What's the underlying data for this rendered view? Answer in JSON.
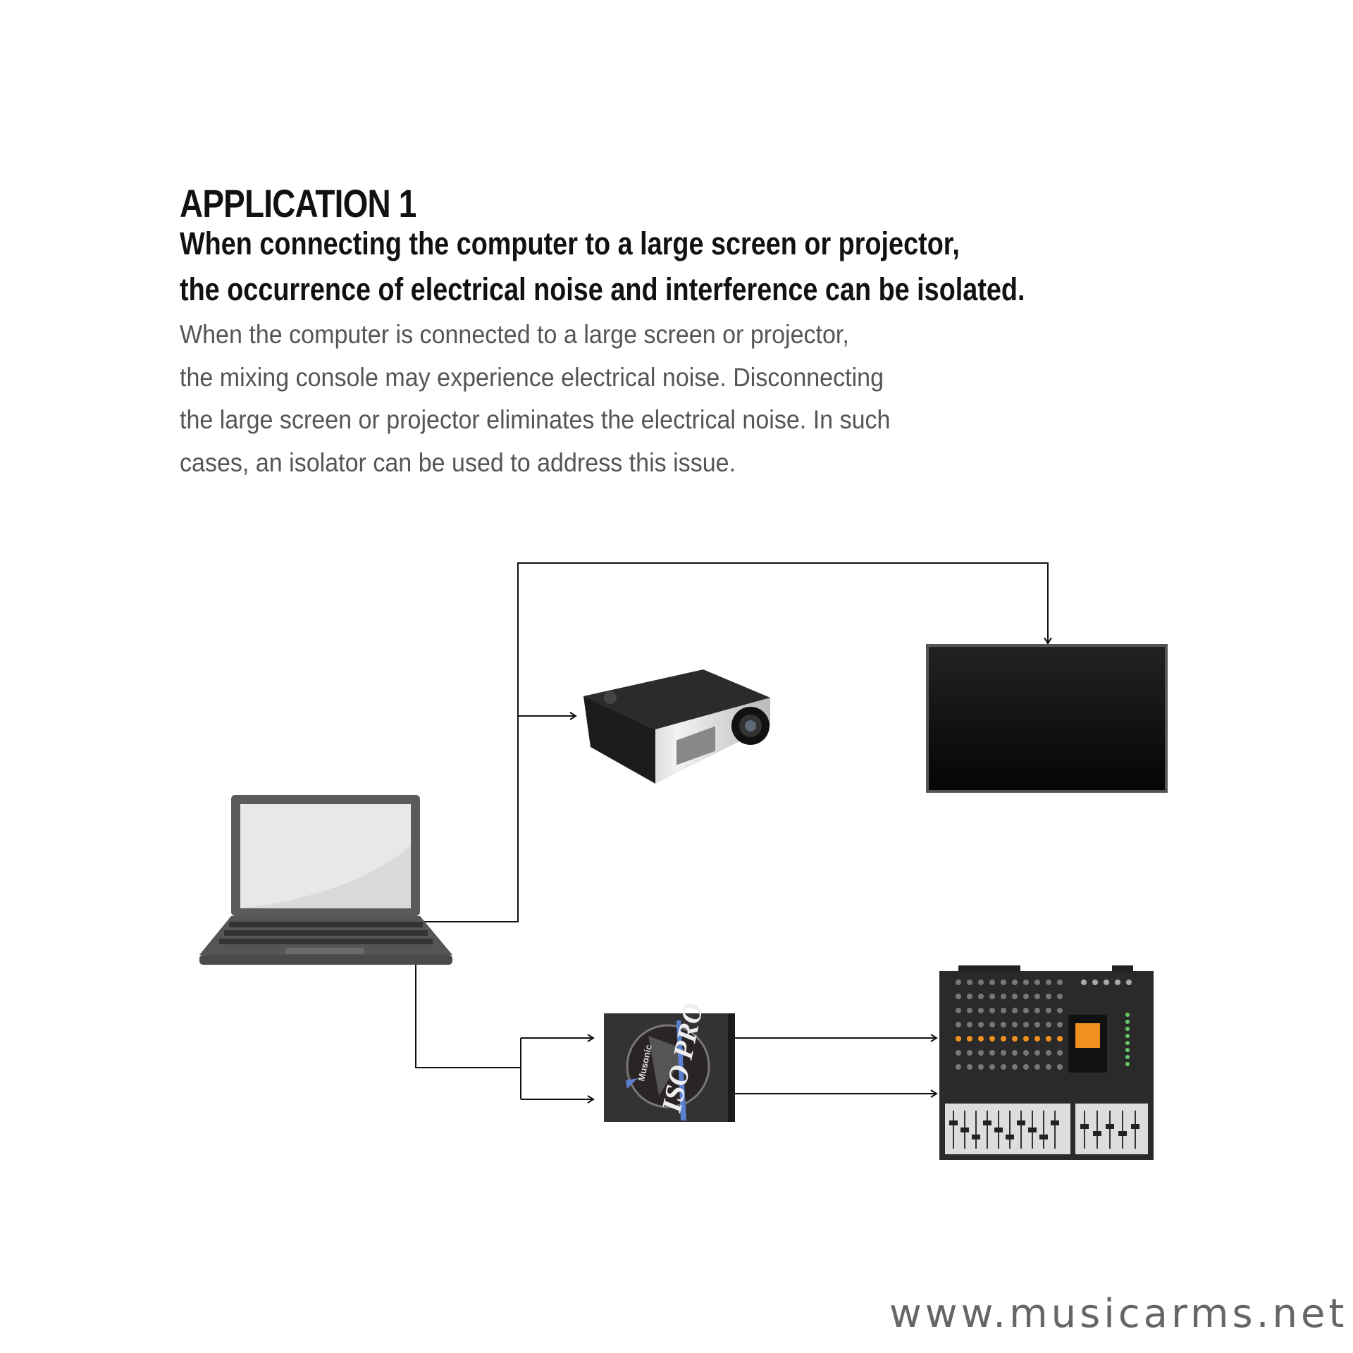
{
  "heading": {
    "title": "APPLICATION 1",
    "subtitle_line1": "When connecting the computer to a large screen or projector,",
    "subtitle_line2": "the occurrence of electrical noise and interference can be isolated."
  },
  "body": [
    "When the computer is connected to a large screen or projector,",
    "the mixing console may experience electrical noise. Disconnecting",
    "the large screen or projector eliminates the electrical noise. In such",
    "cases, an isolator can be used to address this issue."
  ],
  "diagram": {
    "devices": [
      "laptop",
      "projector",
      "large-screen",
      "isolator",
      "mixing-console"
    ],
    "isolator_logo_text": "ISO PRO",
    "isolator_brand": "Musonic",
    "accent_color": "#5b7fd1",
    "console_display_color": "#f0901e"
  },
  "watermark": "www.musicarms.net"
}
